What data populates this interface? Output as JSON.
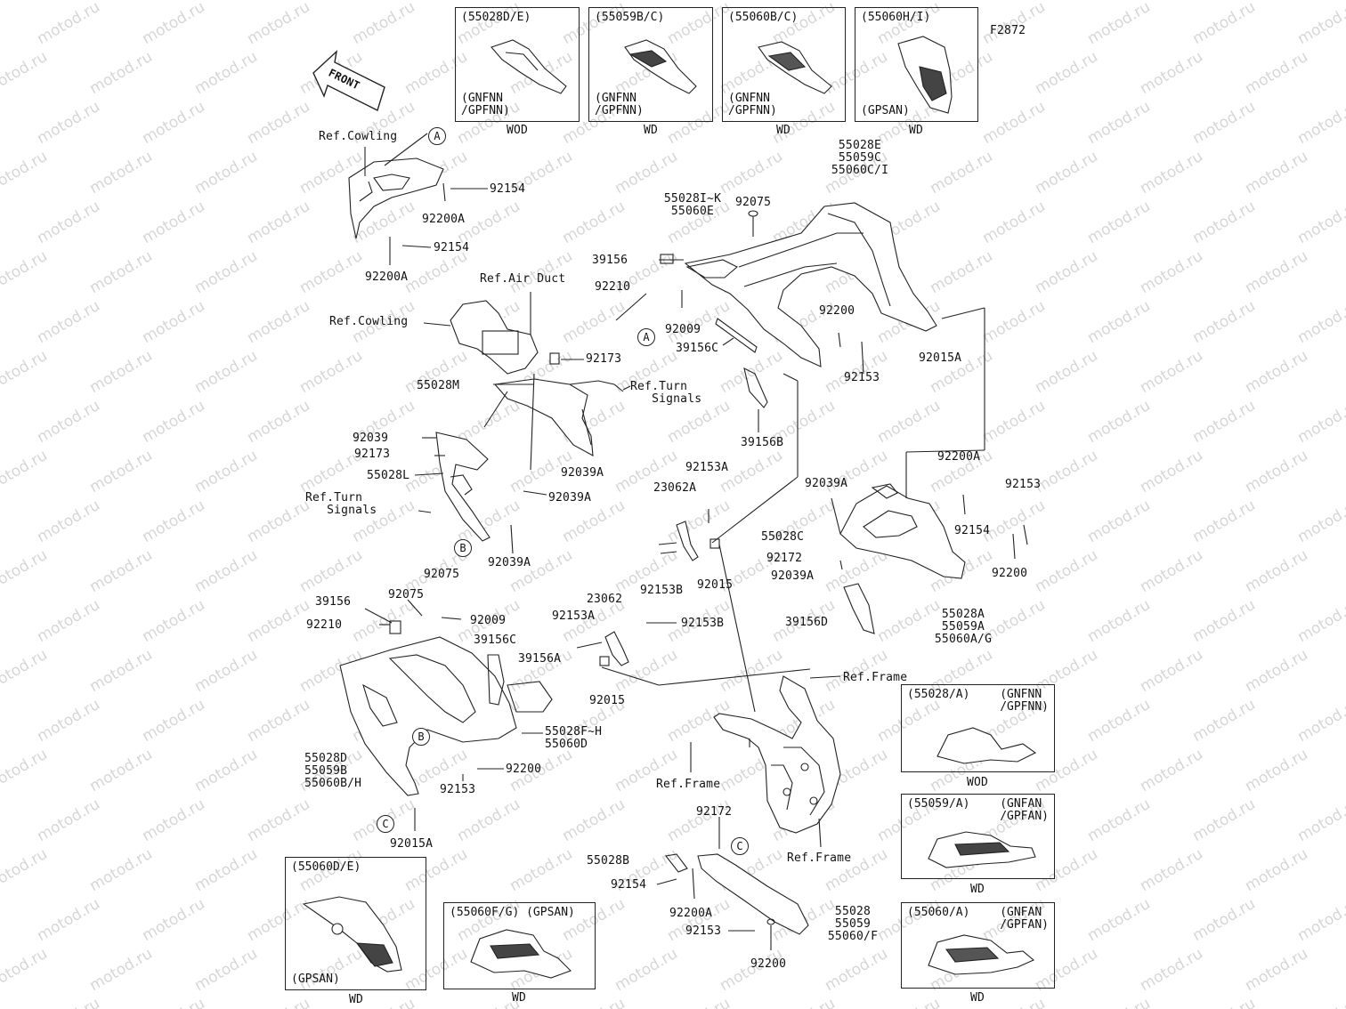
{
  "figure_code": "F2872",
  "watermark": "motod.ru",
  "front_arrow": "FRONT",
  "circle_markers": [
    "A",
    "B",
    "C"
  ],
  "labels": {
    "ref_cowling_top": "Ref.Cowling",
    "p92154_a": "92154",
    "p92200A_a": "92200A",
    "p92154_b": "92154",
    "p92200A_b": "92200A",
    "ref_air_duct": "Ref.Air Duct",
    "ref_cowling_mid": "Ref.Cowling",
    "p92173_a": "92173",
    "p55028M": "55028M",
    "ref_turn_signals_a": "Ref.Turn\n   Signals",
    "p92039": "92039",
    "p92173_b": "92173",
    "p55028L": "55028L",
    "p92039A_a": "92039A",
    "p92039A_b": "92039A",
    "ref_turn_signals_b": "Ref.Turn\n   Signals",
    "p92039A_c": "92039A",
    "p55028E_group": "55028E\n55059C\n55060C/I",
    "p55028IK_group": "55028I~K\n55060E",
    "p92075_a": "92075",
    "p39156_a": "39156",
    "p92210_a": "92210",
    "p92009_a": "92009",
    "p39156C_a": "39156C",
    "p92200_a": "92200",
    "p92153_a": "92153",
    "p92015A_a": "92015A",
    "p39156B": "39156B",
    "p92153A_a": "92153A",
    "p23062A": "23062A",
    "p92153B_a": "92153B",
    "p92015_a": "92015",
    "p92039A_d": "92039A",
    "p92200A_c": "92200A",
    "p92153_b": "92153",
    "p55028C": "55028C",
    "p92154_c": "92154",
    "p92172_a": "92172",
    "p92039A_e": "92039A",
    "p92200_b": "92200",
    "p39156D": "39156D",
    "p55028A_group": "55028A\n55059A\n55060A/G",
    "p92075_b": "92075",
    "p39156_b": "39156",
    "p92075_c": "92075",
    "p92009_b": "92009",
    "p92210_b": "92210",
    "p23062": "23062",
    "p92153A_b": "92153A",
    "p92153B_b": "92153B",
    "p39156C_b": "39156C",
    "p39156A": "39156A",
    "p92015_b": "92015",
    "ref_frame_a": "Ref.Frame",
    "p55028FH_group": "55028F~H\n55060D",
    "p55028D_group": "55028D\n55059B\n55060B/H",
    "p92200_c": "92200",
    "p92153_c": "92153",
    "p92015A_b": "92015A",
    "ref_frame_b": "Ref.Frame",
    "ref_frame_c": "Ref.Frame",
    "p92172_b": "92172",
    "p55028B": "55028B",
    "p92154_d": "92154",
    "p92200A_d": "92200A",
    "p92153_d": "92153",
    "p92200_d": "92200",
    "p55028_group": "55028\n55059\n55060/F"
  },
  "boxes": {
    "top1": {
      "title": "(55028D/E)",
      "bottom": "(GNFNN\n/GPFNN)",
      "under": "WOD"
    },
    "top2": {
      "title": "(55059B/C)",
      "bottom": "(GNFNN\n/GPFNN)",
      "under": "WD"
    },
    "top3": {
      "title": "(55060B/C)",
      "bottom": "(GNFNN\n/GPFNN)",
      "under": "WD"
    },
    "top4": {
      "title": "(55060H/I)",
      "bottom": "(GPSAN)",
      "under": "WD"
    },
    "right1": {
      "title": "(55028/A)",
      "title_r": "(GNFNN\n/GPFNN)",
      "under": "WOD"
    },
    "right2": {
      "title": "(55059/A)",
      "title_r": "(GNFAN\n/GPFAN)",
      "under": "WD"
    },
    "right3": {
      "title": "(55060/A)",
      "title_r": "(GNFAN\n/GPFAN)",
      "under": "WD"
    },
    "bl1": {
      "title": "(55060D/E)",
      "bottom": "(GPSAN)",
      "under": "WD"
    },
    "bl2": {
      "title": "(55060F/G) (GPSAN)",
      "under": "WD"
    }
  }
}
